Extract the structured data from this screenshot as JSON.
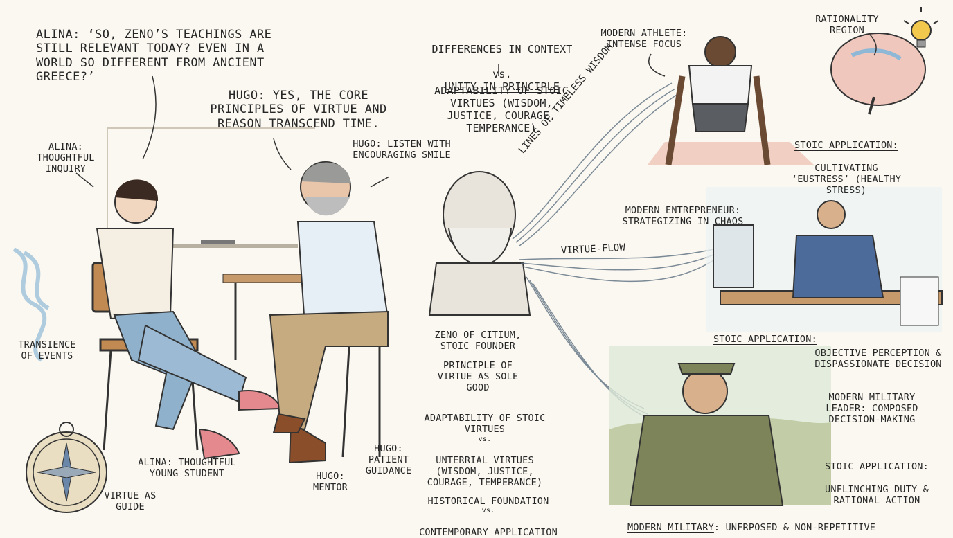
{
  "dialogue": {
    "alina_quote": "Alina: ‘So, Zeno’s teachings are still relevant today? Even in a world so different from ancient Greece?’",
    "hugo_quote": "Hugo: Yes, the core principles of virtue and reason transcend time."
  },
  "labels": {
    "alina_inquiry": "Alina: Thoughtful Inquiry",
    "hugo_listen": "Hugo: Listen with encouraging smile",
    "transience": "Transience of Events",
    "virtue_guide": "Virtue as Guide",
    "alina_student": "Alina: Thoughtful young student",
    "hugo_mentor": "Hugo: Mentor",
    "hugo_guidance": "Hugo: Patient guidance"
  },
  "center": {
    "differences_line1": "Differences in context",
    "differences_vs": "vs.",
    "differences_unity": "Unity in Principle",
    "adaptability_top": "Adaptability of Stoic virtues (wisdom, justice, courage, temperance)",
    "zeno_label": "Zeno of Citium, Stoic Founder",
    "principle": "Principle of Virtue as Sole Good",
    "adapt2_top": "Adaptability of Stoic Virtues",
    "adapt2_vs": "vs.",
    "adapt2_bottom": "Unterrial Virtues (wisdom, justice, courage, temperance)",
    "historical_top": "Historical Foundation",
    "historical_vs": "vs.",
    "historical_bottom": "Contemporary Application"
  },
  "flows": {
    "timeless": "Lines of Timeless Wisdom",
    "virtue_flow": "Virtue-Flow"
  },
  "right": {
    "rationality": "Rationality region",
    "athlete": "Modern Athlete: Intense focus",
    "athlete_app_head": "Stoic Application:",
    "athlete_app": "Cultivating ‘Eustress’ (healthy stress)",
    "entrepreneur": "Modern Entrepreneur: Strategizing in Chaos",
    "entre_app_head": "Stoic Application:",
    "entre_app": "Objective perception & dispassionate decision",
    "military": "Modern Military Leader: Composed decision-making",
    "military_app_head": "Stoic Application:",
    "military_app": "Unflinching duty & rational action",
    "military_footer_head": "Modern Military",
    "military_footer": ": Unfrposed & non-repetitive"
  },
  "colors": {
    "ink": "#262626",
    "paper": "#fbf8f1",
    "camo": "#7d8459",
    "track": "#d98a7a",
    "bulb": "#f2c94c",
    "sky": "#cfe0ec"
  }
}
